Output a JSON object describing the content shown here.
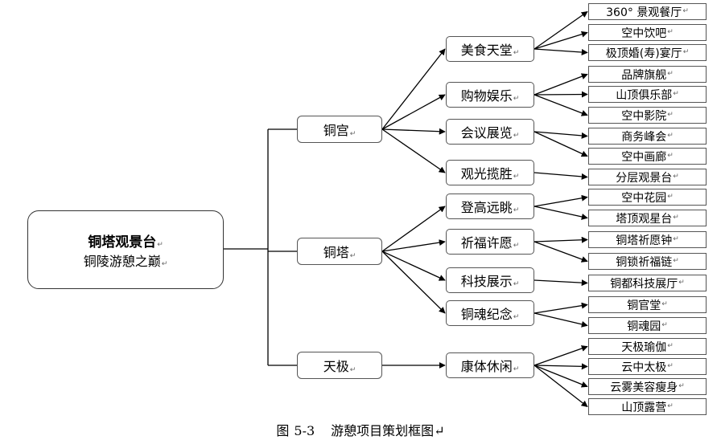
{
  "root": {
    "title": "铜塔观景台",
    "subtitle": "铜陵游憩之巅",
    "mark": "↵"
  },
  "para_mark": "↵",
  "branches": [
    {
      "label": "铜宫",
      "children": [
        {
          "label": "美食天堂",
          "items": [
            "360° 景观餐厅",
            "空中饮吧",
            "极顶婚(寿)宴厅"
          ]
        },
        {
          "label": "购物娱乐",
          "items": [
            "品牌旗舰",
            "山顶俱乐部",
            "空中影院"
          ]
        },
        {
          "label": "会议展览",
          "items": [
            "商务峰会",
            "空中画廊"
          ]
        },
        {
          "label": "观光揽胜",
          "items": [
            "分层观景台"
          ]
        }
      ]
    },
    {
      "label": "铜塔",
      "children": [
        {
          "label": "登高远眺",
          "items": [
            "空中花园",
            "塔顶观星台"
          ]
        },
        {
          "label": "祈福许愿",
          "items": [
            "铜塔祈愿钟",
            "铜锁祈福链"
          ]
        },
        {
          "label": "科技展示",
          "items": [
            "铜都科技展厅"
          ]
        },
        {
          "label": "铜魂纪念",
          "items": [
            "铜官堂",
            "铜魂园"
          ]
        }
      ]
    },
    {
      "label": "天极",
      "children": [
        {
          "label": "康体休闲",
          "items": [
            "天极瑜伽",
            "云中太极",
            "云雾美容瘦身",
            "山顶露营"
          ]
        }
      ]
    }
  ],
  "caption": {
    "prefix": "图",
    "number": "5-3",
    "title": "游憩项目策划框图"
  }
}
